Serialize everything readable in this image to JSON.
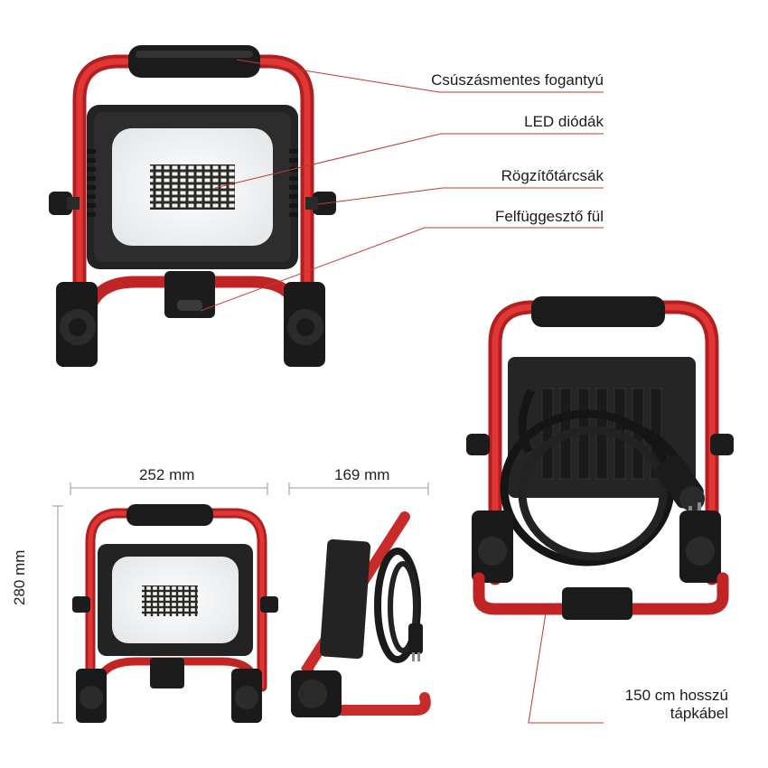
{
  "callouts": {
    "handle": "Csúszásmentes fogantyú",
    "led": "LED diódák",
    "knobs": "Rögzítőtárcsák",
    "hanger": "Felfüggesztő fül",
    "cable_line1": "150 cm hosszú",
    "cable_line2": "tápkábel"
  },
  "dimensions": {
    "width": "252 mm",
    "depth": "169 mm",
    "height": "280 mm"
  },
  "colors": {
    "frame_red": "#d42a2a",
    "body_black": "#1f1f1f",
    "leader_line": "#c0392b"
  }
}
